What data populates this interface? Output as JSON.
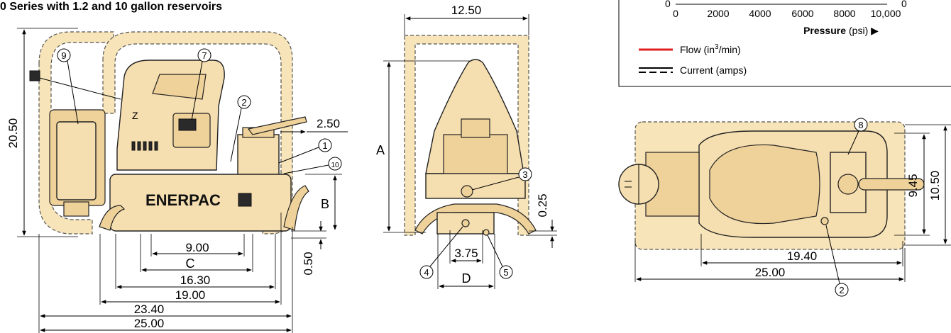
{
  "title": "0 Series with 1.2 and 10 gallon reservoirs",
  "side_view": {
    "brand": "ENERPAC",
    "dimensions": {
      "height": "20.50",
      "d_2_50": "2.50",
      "b": "B",
      "d_0_50": "0.50",
      "d_9_00": "9.00",
      "c": "C",
      "d_16_30": "16.30",
      "d_19_00": "19.00",
      "d_23_40": "23.40",
      "d_25_00": "25.00"
    },
    "callouts": [
      "9",
      "7",
      "2",
      "1",
      "10"
    ]
  },
  "front_view": {
    "dimensions": {
      "width": "12.50",
      "a": "A",
      "d_0_25": "0.25",
      "d_3_75": "3.75",
      "d": "D"
    },
    "callouts": [
      "3",
      "4",
      "5"
    ]
  },
  "legend_box": {
    "y_zero_left": "0",
    "y_zero_right": "0",
    "x_ticks": [
      "0",
      "2000",
      "4000",
      "6000",
      "8000",
      "10,000"
    ],
    "x_label_bold": "Pressure",
    "x_label_unit": "(psi) ▶",
    "flow_label": "Flow (in",
    "flow_sup": "3",
    "flow_label_end": "/min)",
    "current_label": "Current (amps)",
    "flow_color": "#e02020",
    "current_color": "#000000"
  },
  "top_view": {
    "dimensions": {
      "d_9_45": "9.45",
      "d_10_50": "10.50",
      "d_19_40": "19.40",
      "d_25_00": "25.00"
    },
    "callouts": [
      "8",
      "2"
    ]
  }
}
